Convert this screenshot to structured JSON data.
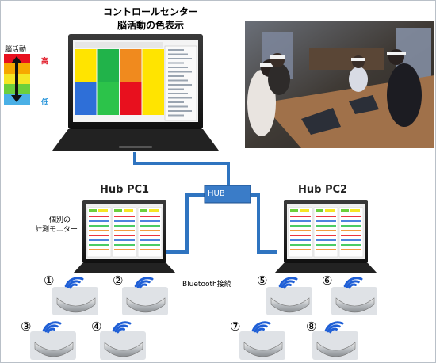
{
  "control_center": {
    "title_line1": "コントロールセンター",
    "title_line2": "脳活動の色表示",
    "grid_colors": [
      "#ffe400",
      "#21b34a",
      "#f08a1e",
      "#ffe400",
      "#2e6fd8",
      "#2cc34a",
      "#e8101e",
      "#ffe400",
      "#2cc34a",
      "#2e6fd8",
      "#2cc34a",
      "#ffe400"
    ]
  },
  "legend": {
    "title": "脳活動",
    "high": "高",
    "low": "低",
    "colors": [
      "#e8101e",
      "#f6a800",
      "#f5e625",
      "#6ccf3c",
      "#4ab0e6"
    ]
  },
  "hub": {
    "label": "HUB",
    "line_color": "#2f74c0",
    "box_color": "#3a7cc8"
  },
  "hub_pc1": {
    "label": "Hub PC1",
    "caption_line1": "個別の",
    "caption_line2": "計測モニター"
  },
  "hub_pc2": {
    "label": "Hub PC2"
  },
  "connection_label": "Bluetooth接続",
  "devices": [
    {
      "number": "①"
    },
    {
      "number": "②"
    },
    {
      "number": "③"
    },
    {
      "number": "④"
    },
    {
      "number": "⑤"
    },
    {
      "number": "⑥"
    },
    {
      "number": "⑦"
    },
    {
      "number": "⑧"
    }
  ],
  "signal_color": "#1f5fd6"
}
